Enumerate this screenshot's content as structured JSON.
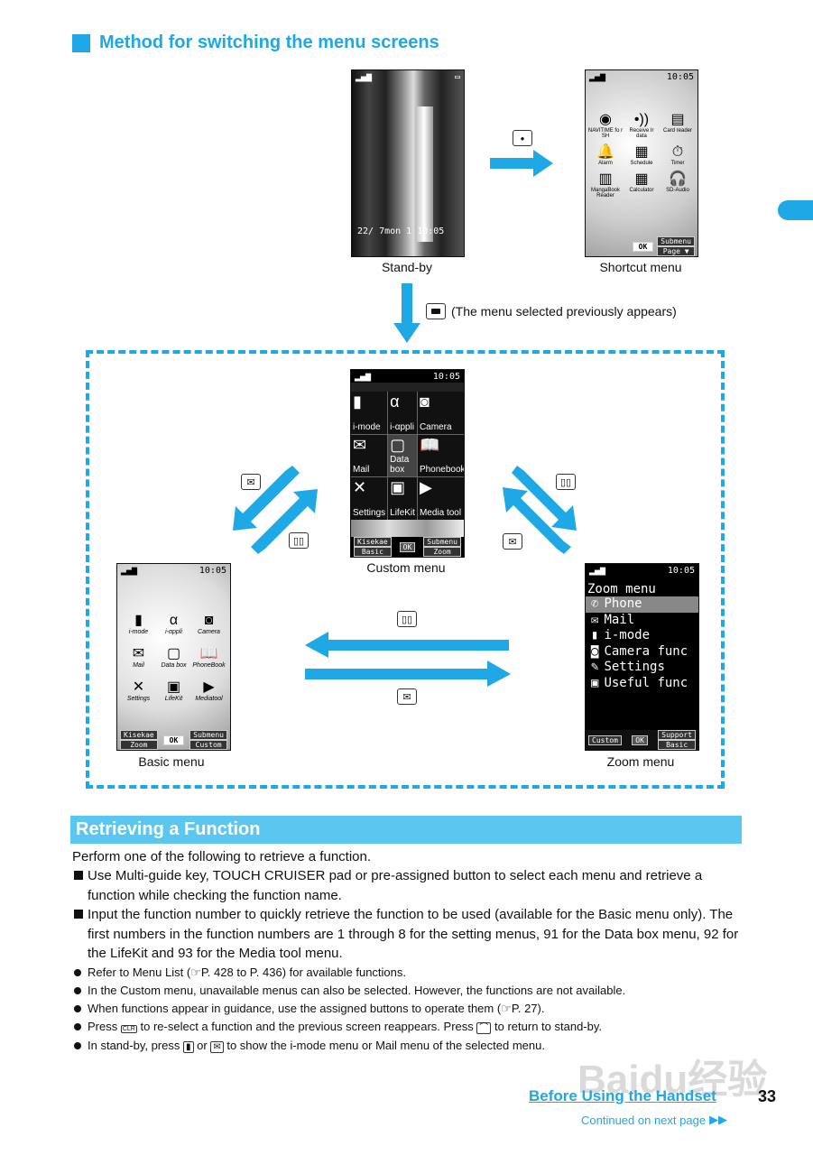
{
  "heading": "Method for switching the menu screens",
  "screens": {
    "standby": {
      "caption": "Stand-by",
      "battery": "▭",
      "clock": "22/ 7mon 1 10:05"
    },
    "shortcut": {
      "caption": "Shortcut menu",
      "time": "10:05",
      "items": [
        {
          "label": "NAVITIME fo r SH",
          "icon": "compass-icon",
          "glyph": "◉"
        },
        {
          "label": "Receive Ir data",
          "icon": "infrared-icon",
          "glyph": "•))"
        },
        {
          "label": "Card reader",
          "icon": "card-reader-icon",
          "glyph": "▤"
        },
        {
          "label": "Alarm",
          "icon": "alarm-icon",
          "glyph": "🔔"
        },
        {
          "label": "Schedule",
          "icon": "schedule-icon",
          "glyph": "▦"
        },
        {
          "label": "Timer",
          "icon": "timer-icon",
          "glyph": "⏱"
        },
        {
          "label": "MangaBook Reader",
          "icon": "book-icon",
          "glyph": "▥"
        },
        {
          "label": "Calculator",
          "icon": "calculator-icon",
          "glyph": "▦"
        },
        {
          "label": "SD-Audio",
          "icon": "headphone-icon",
          "glyph": "🎧"
        }
      ],
      "ok": "OK",
      "submenu": "Submenu",
      "page": "Page ▼"
    },
    "custom": {
      "caption": "Custom menu",
      "time": "10:05",
      "items": [
        {
          "label": "i-mode",
          "icon": "imode-icon",
          "glyph": "▮"
        },
        {
          "label": "i-αppli",
          "icon": "iappli-icon",
          "glyph": "α"
        },
        {
          "label": "Camera",
          "icon": "camera-icon",
          "glyph": "◙"
        },
        {
          "label": "Mail",
          "icon": "mail-icon",
          "glyph": "✉"
        },
        {
          "label": "Data box",
          "icon": "databox-icon",
          "glyph": "▢"
        },
        {
          "label": "Phonebook",
          "icon": "phonebook-icon",
          "glyph": "📖"
        },
        {
          "label": "Settings",
          "icon": "settings-icon",
          "glyph": "✕"
        },
        {
          "label": "LifeKit",
          "icon": "lifekit-icon",
          "glyph": "▣"
        },
        {
          "label": "Media tool",
          "icon": "mediatool-icon",
          "glyph": "▶"
        }
      ],
      "soft_left_top": "Kisekae",
      "soft_left_bottom": "Basic",
      "ok": "OK",
      "soft_right_top": "Submenu",
      "soft_right_bottom": "Zoom"
    },
    "basic": {
      "caption": "Basic menu",
      "time": "10:05",
      "items": [
        {
          "label": "i-mode",
          "icon": "imode-icon",
          "glyph": "▮"
        },
        {
          "label": "i-αppli",
          "icon": "iappli-icon",
          "glyph": "α"
        },
        {
          "label": "Camera",
          "icon": "camera-icon",
          "glyph": "◙"
        },
        {
          "label": "Mail",
          "icon": "mail-icon",
          "glyph": "✉"
        },
        {
          "label": "Data box",
          "icon": "databox-icon",
          "glyph": "▢"
        },
        {
          "label": "PhoneBook",
          "icon": "phonebook-icon",
          "glyph": "📖"
        },
        {
          "label": "Settings",
          "icon": "settings-icon",
          "glyph": "✕"
        },
        {
          "label": "LifeKit",
          "icon": "lifekit-icon",
          "glyph": "▣"
        },
        {
          "label": "Mediatool",
          "icon": "mediatool-icon",
          "glyph": "▶"
        }
      ],
      "soft_left_top": "Kisekae",
      "soft_left_bottom": "Zoom",
      "ok": "OK",
      "soft_right_top": "Submenu",
      "soft_right_bottom": "Custom"
    },
    "zoom": {
      "caption": "Zoom menu",
      "time": "10:05",
      "title": "Zoom menu",
      "items": [
        {
          "label": "Phone",
          "icon": "phone-icon",
          "glyph": "✆"
        },
        {
          "label": "Mail",
          "icon": "mail-icon",
          "glyph": "✉"
        },
        {
          "label": "i-mode",
          "icon": "imode-icon",
          "glyph": "▮"
        },
        {
          "label": "Camera func",
          "icon": "camera-icon",
          "glyph": "◙"
        },
        {
          "label": "Settings",
          "icon": "settings-icon",
          "glyph": "✎"
        },
        {
          "label": "Useful func",
          "icon": "box-icon",
          "glyph": "▣"
        }
      ],
      "soft_left": "Custom",
      "ok": "OK",
      "soft_right_top": "Support",
      "soft_right_bottom": "Basic"
    }
  },
  "prev_note": "(The menu selected previously appears)",
  "section_title": "Retrieving a Function",
  "intro": "Perform one of the following to retrieve a function.",
  "square_items": [
    "Use Multi-guide key, TOUCH CRUISER pad or pre-assigned button to select each menu and retrieve a function while checking the function name.",
    "Input the function number to quickly retrieve the function to be used (available for the Basic menu only). The first numbers in the function numbers are 1 through 8 for the setting menus, 91 for the Data box menu, 92 for the LifeKit and 93 for the Media tool menu."
  ],
  "bullets": {
    "b1_pre": "Refer to Menu List (",
    "b1_ref": "P. 428 to P. 436",
    "b1_post": ") for available functions.",
    "b2": "In the Custom menu, unavailable menus can also be selected. However, the functions are not available.",
    "b3_pre": "When functions appear in guidance, use the assigned buttons to operate them (",
    "b3_ref": "P. 27",
    "b3_post": ").",
    "b4_pre": "Press",
    "b4_key1": "CLR",
    "b4_mid": "to re-select a function and the previous screen reappears. Press",
    "b4_post": "to return to stand-by.",
    "b5_pre": "In stand-by, press",
    "b5_or": "or",
    "b5_post": "to show the i-mode menu or Mail menu of the selected menu."
  },
  "footer": {
    "chapter": "Before Using the Handset",
    "page": "33",
    "continued": "Continued on next page",
    "watermark": "Baidu经验"
  },
  "colors": {
    "accent": "#1ea8e6",
    "banner": "#5bc6ef"
  }
}
